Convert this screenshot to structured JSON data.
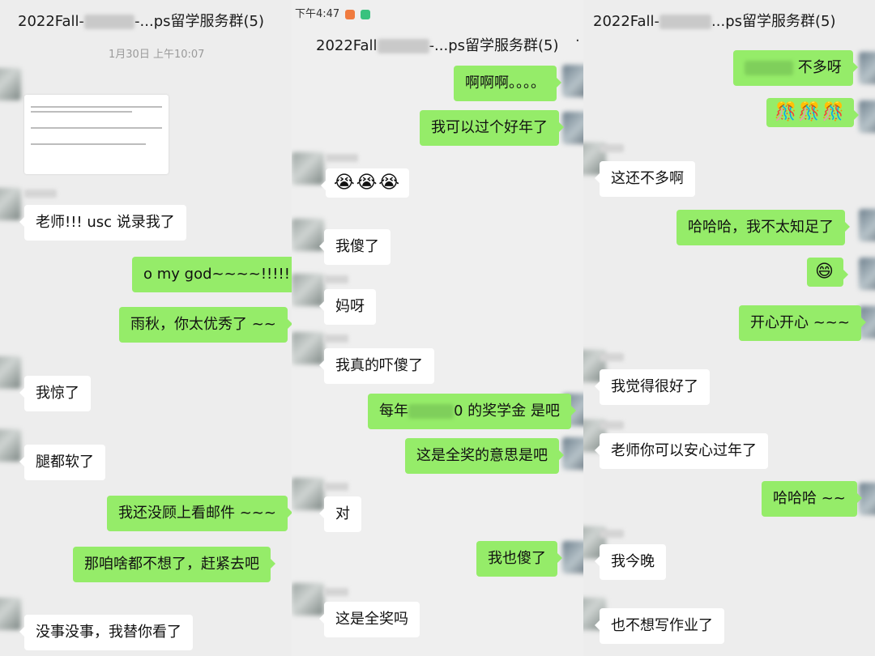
{
  "panel1": {
    "title_prefix": "2022Fall-",
    "title_suffix": "-...ps留学服务群(5)",
    "timestamp": "1月30日 上午10:07",
    "messages": [
      "老师!!! usc 说录我了",
      "o my god~~~~!!!!!!",
      "雨秋，你太优秀了 ~~",
      "我惊了",
      "腿都软了",
      "我还没顾上看邮件 ~~~",
      "那咱啥都不想了，赶紧去吧",
      "没事没事，我替你看了"
    ]
  },
  "panel2": {
    "status_time": "下午4:47",
    "title_prefix": "2022Fall",
    "title_suffix": "-...ps留学服务群(5)",
    "more": "·",
    "messages": [
      "啊啊啊。。。。",
      "我可以过个好年了",
      "😭😭😭",
      "我傻了",
      "妈呀",
      "我真的吓傻了",
      "这是全奖的意思是吧",
      "对",
      "我也傻了",
      "这是全奖吗"
    ],
    "scholarship_prefix": "每年",
    "scholarship_suffix": "0 的奖学金 是吧"
  },
  "panel3": {
    "title_prefix": "2022Fall-",
    "title_suffix": "...ps留学服务群(5)",
    "messages": [
      "不多呀",
      "🎊🎊🎊",
      "这还不多啊",
      "哈哈哈，我不太知足了",
      "😄",
      "开心开心 ~~~",
      "我觉得很好了",
      "老师你可以安心过年了",
      "哈哈哈 ~~",
      "我今晚",
      "也不想写作业了"
    ]
  }
}
